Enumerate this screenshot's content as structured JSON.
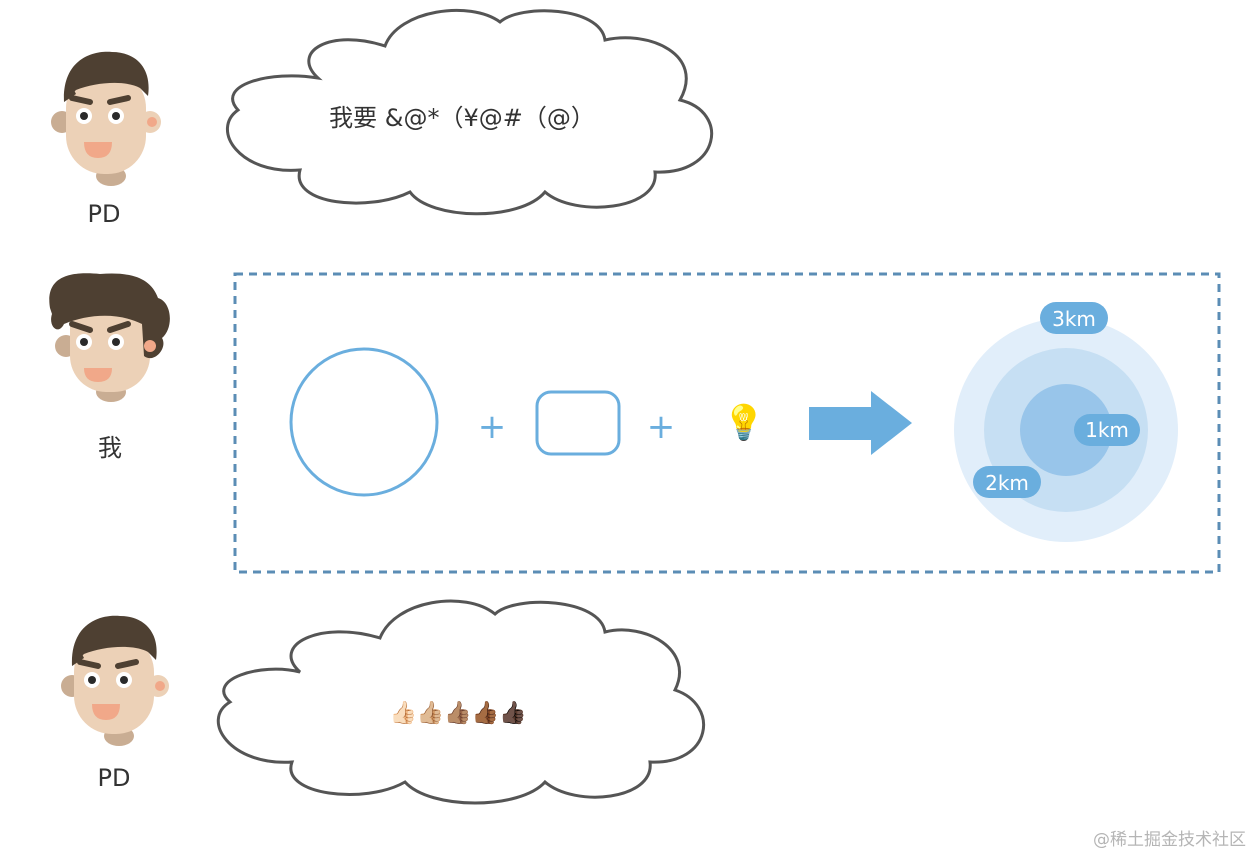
{
  "people": {
    "top": {
      "label": "PD"
    },
    "middle": {
      "label": "我"
    },
    "bottom": {
      "label": "PD"
    }
  },
  "bubbles": {
    "top": {
      "text": "我要 &@*（¥@#（@）"
    },
    "bottom": {
      "text": "👍🏻👍🏼👍🏽👍🏾👍🏿"
    }
  },
  "equation": {
    "plus_1": "+",
    "plus_2": "+",
    "bulb": "💡"
  },
  "radius_labels": {
    "r1": "1km",
    "r2": "2km",
    "r3": "3km"
  },
  "watermark": "@稀土掘金技术社区",
  "colors": {
    "accent": "#6aaede",
    "dashed_border": "#5b8db5",
    "outline": "#555555",
    "ring_outer": "#e1eefa",
    "ring_middle": "#c6dff3",
    "ring_inner": "#98c5ea",
    "hair": "#4e4032",
    "skin": "#ecd1b7",
    "skin_shadow": "#c9ad93",
    "mouth": "#f1a889",
    "cheek": "#f1a889"
  }
}
